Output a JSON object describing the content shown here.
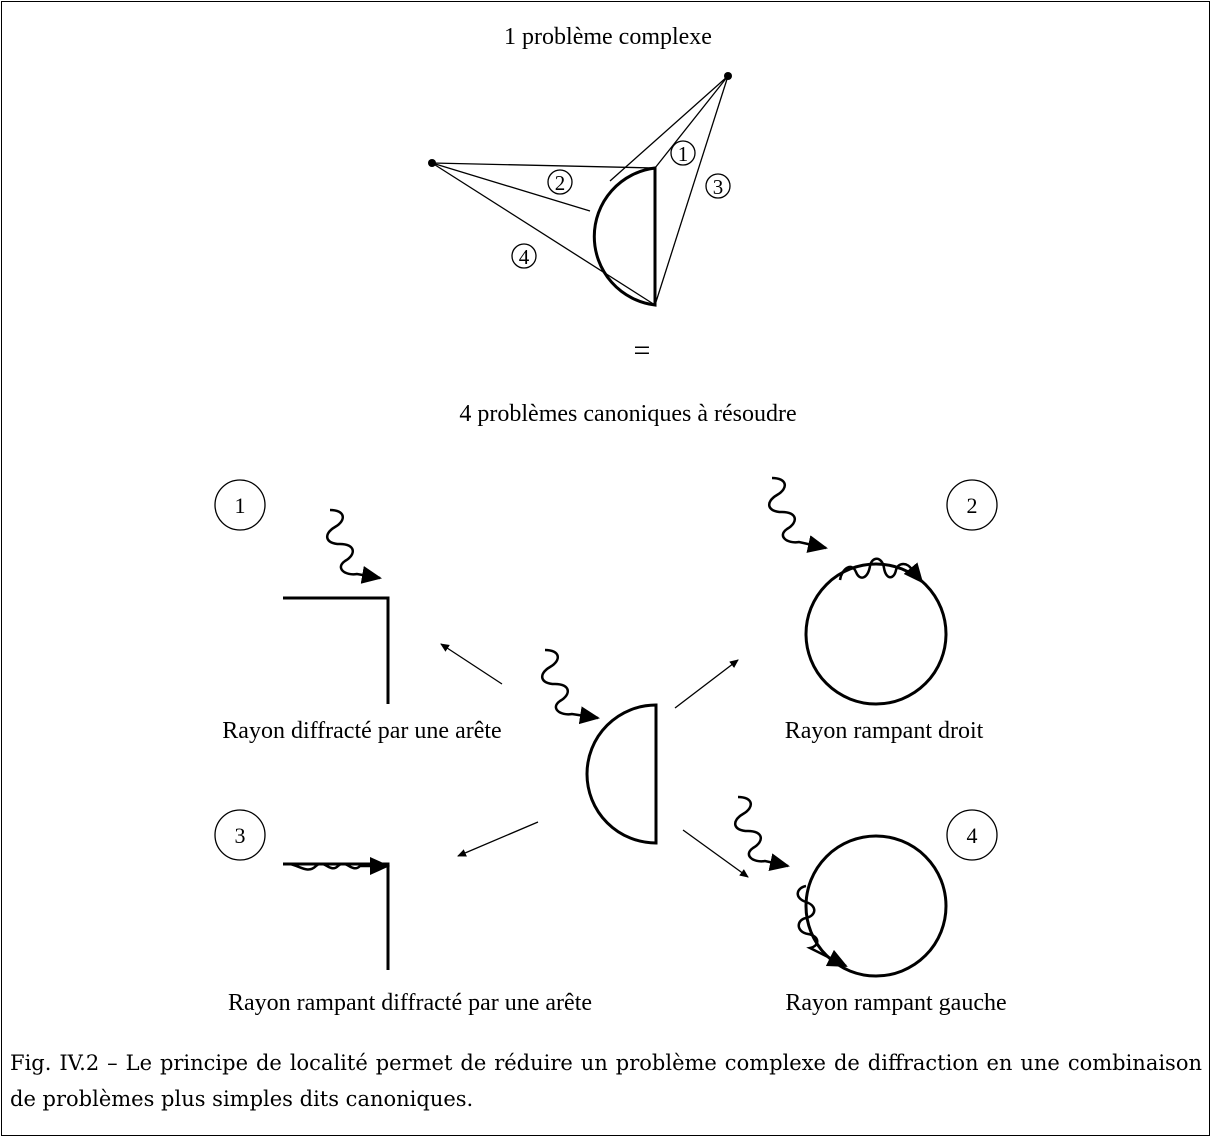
{
  "top": {
    "title": "1 problème complexe",
    "equals": "=",
    "subtitle": "4 problèmes canoniques à résoudre",
    "ray_numbers": [
      "1",
      "2",
      "3",
      "4"
    ]
  },
  "panels": [
    {
      "number": "1",
      "label": "Rayon diffracté par une arête"
    },
    {
      "number": "2",
      "label": "Rayon rampant droit"
    },
    {
      "number": "3",
      "label": "Rayon rampant diffracté par une arête"
    },
    {
      "number": "4",
      "label": "Rayon rampant gauche"
    }
  ],
  "caption": "Fig. IV.2 – Le principe de localité permet de réduire un problème complexe de diffraction en une combinaison de problèmes plus simples dits canoniques."
}
